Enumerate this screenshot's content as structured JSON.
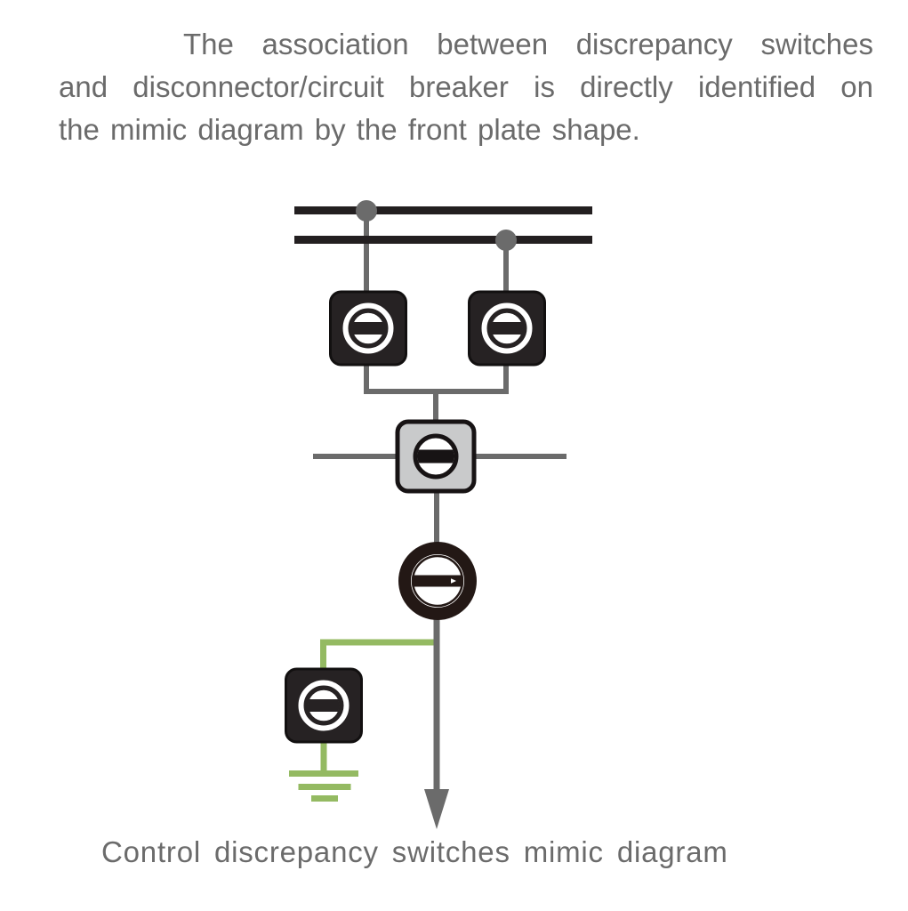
{
  "paragraph": {
    "lines": [
      "The association between discrepancy switches",
      "and disconnector/circuit breaker is directly identified on",
      "the mimic diagram by the front plate shape."
    ]
  },
  "caption": {
    "text": "Control discrepancy switches mimic diagram"
  },
  "diagram": {
    "components": [
      {
        "name": "busbar-top",
        "shape": "thick horizontal dark bar"
      },
      {
        "name": "busbar-bottom",
        "shape": "thick horizontal dark bar"
      },
      {
        "name": "busbar-junction-dot",
        "shape": "gray filled circle tap point"
      },
      {
        "name": "disconnector-discrepancy-switch",
        "shape": "black rounded square front plate with white screw-slot circle"
      },
      {
        "name": "coupler-discrepancy-switch",
        "shape": "gray rounded square front plate with black screw-slot circle"
      },
      {
        "name": "circuit-breaker-discrepancy-switch",
        "shape": "dark ring front plate with screw-slot circle and tiny pointer"
      },
      {
        "name": "earthing-discrepancy-switch",
        "shape": "black rounded square front plate with white screw-slot circle"
      },
      {
        "name": "earth-ground-symbol",
        "shape": "three shrinking green bars"
      },
      {
        "name": "feeder-arrow",
        "shape": "gray downward arrow"
      }
    ],
    "colors": {
      "busbar": "#231f20",
      "line": "#6b6b6b",
      "plate_dark": "#262223",
      "plate_dark_border": "#121010",
      "plate_gray": "#c9cacb",
      "plate_black_border": "#171314",
      "breaker": "#231815",
      "earth_green": "#94ba62",
      "text": "#6b6b6b",
      "white": "#ffffff"
    }
  }
}
